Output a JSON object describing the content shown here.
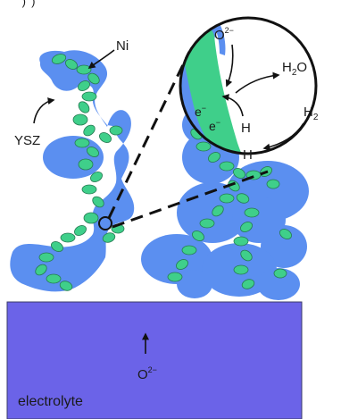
{
  "header_text": " )  ) ",
  "labels": {
    "ni": "Ni",
    "ysz": "YSZ",
    "o2_inset": "O",
    "o2_inset_sup": "2−",
    "h2o": "H",
    "h2o_sub": "2",
    "h2o_tail": "O",
    "h2": "H",
    "h2_sub": "2",
    "h_upper": "H",
    "h_lower": "H",
    "e1": "e",
    "e1_sup": "−",
    "e2": "e",
    "e2_sup": "−",
    "o2_electrolyte": "O",
    "o2_electrolyte_sup": "2−",
    "electrolyte": "electrolyte"
  },
  "colors": {
    "ysz": "#5b8ff0",
    "ni": "#3fcf8a",
    "electrolyte": "#6b63e8",
    "outline": "#1a1a1a"
  }
}
